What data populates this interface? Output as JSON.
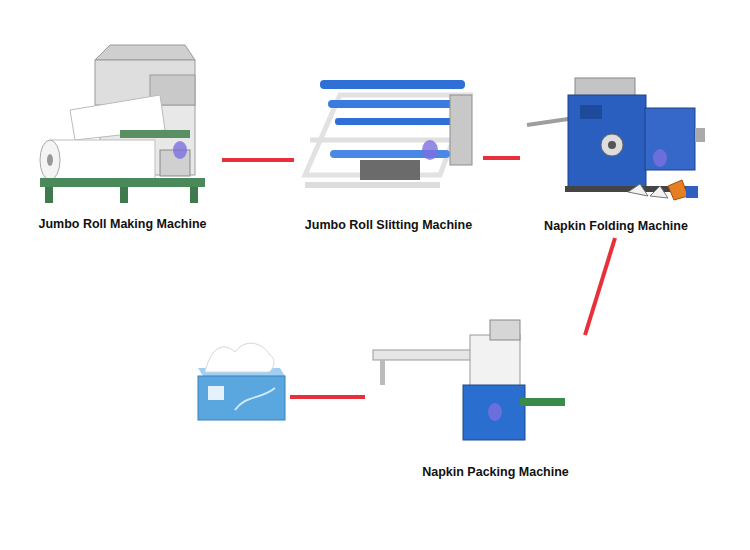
{
  "diagram": {
    "nodes": [
      {
        "text": [
          "Jumbo Roll Making Machine"
        ]
      },
      {
        "text": [
          "Jumbo Roll Slitting Machine"
        ]
      },
      {
        "text": [
          "Napkin Folding Machine"
        ]
      },
      {
        "text": [
          "Napkin Packing Machine"
        ]
      }
    ],
    "edges": [
      {
        "from": 0,
        "to": 1,
        "arrow": "none"
      },
      {
        "from": 1,
        "to": 2,
        "arrow": "none"
      },
      {
        "from": 2,
        "to": 3,
        "arrow": "none"
      }
    ]
  }
}
